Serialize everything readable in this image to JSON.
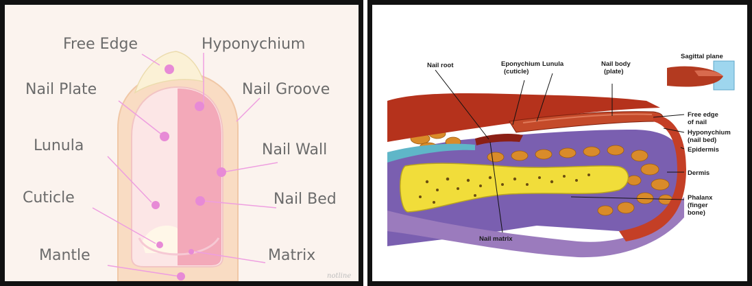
{
  "nail_diagram": {
    "labels": {
      "free_edge": "Free Edge",
      "hyponychium": "Hyponychium",
      "nail_plate": "Nail Plate",
      "nail_groove": "Nail Groove",
      "lunula": "Lunula",
      "nail_wall": "Nail Wall",
      "cuticle": "Cuticle",
      "nail_bed": "Nail Bed",
      "mantle": "Mantle",
      "matrix": "Matrix"
    },
    "watermark": "notline",
    "colors": {
      "dot": "#e78ad6",
      "line": "#ee9ee0",
      "skin": "#f9dcc3",
      "nail_bed": "#f3a9b9"
    }
  },
  "cross_section": {
    "labels": {
      "sagittal_plane": "Sagittal plane",
      "nail_root": "Nail root",
      "eponychium_1": "Eponychium",
      "eponychium_2": "(cuticle)",
      "lunula": "Lunula",
      "nail_body_1": "Nail body",
      "nail_body_2": "(plate)",
      "free_edge_1": "Free edge",
      "free_edge_2": "of nail",
      "hyponychium_1": "Hyponychium",
      "hyponychium_2": "(nail bed)",
      "epidermis": "Epidermis",
      "dermis": "Dermis",
      "phalanx_1": "Phalanx",
      "phalanx_2": "(finger",
      "phalanx_3": "bone)",
      "nail_matrix": "Nail matrix"
    },
    "colors": {
      "nail": "#b5321c",
      "bone": "#f1dd3a",
      "fat": "#d98b2a",
      "dermis": "#7a5fb0",
      "epidermis": "#c43f26"
    }
  }
}
